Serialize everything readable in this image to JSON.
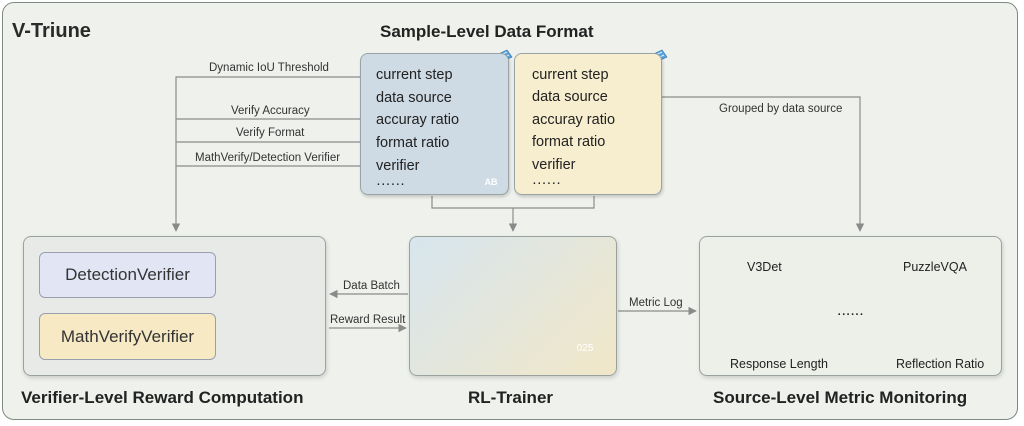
{
  "title": "V-Triune",
  "sample_format": {
    "title": "Sample-Level Data Format",
    "fields": [
      "current step",
      "data source",
      "accuray ratio",
      "format ratio",
      "verifier",
      "······"
    ]
  },
  "connectors": {
    "iou": "Dynamic IoU Threshold",
    "accuracy": "Verify Accuracy",
    "format": "Verify Format",
    "verifier": "MathVerify/Detection Verifier",
    "grouped": "Grouped by data source",
    "data_batch": "Data Batch",
    "reward_result": "Reward Result",
    "metric_log": "Metric Log"
  },
  "verifier_panel": {
    "title": "Verifier-Level Reward Computation",
    "verifiers": [
      "DetectionVerifier",
      "MathVerifyVerifier"
    ]
  },
  "trainer_panel": {
    "title": "RL-Trainer",
    "badge_text": "025"
  },
  "monitor_panel": {
    "title": "Source-Level Metric Monitoring",
    "charts": [
      {
        "title": "V3Det",
        "xlabel": "Response Length"
      },
      {
        "title": "PuzzleVQA",
        "xlabel": "Reflection Ratio"
      }
    ],
    "ellipsis": "......"
  },
  "icon_text": {
    "ab": "AB"
  }
}
